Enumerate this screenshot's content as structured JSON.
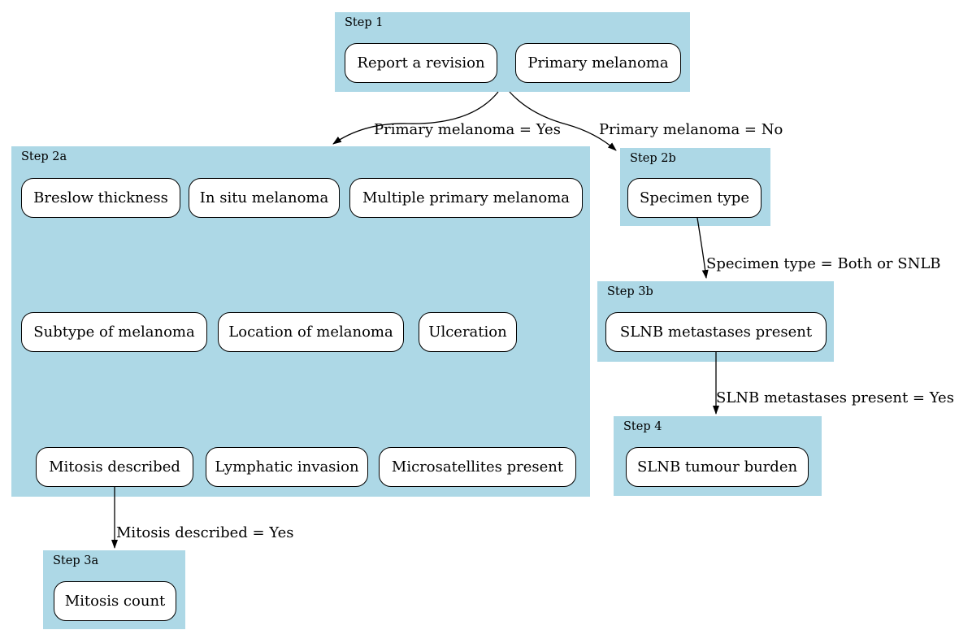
{
  "diagram": {
    "type": "flowchart",
    "colors": {
      "background": "#ffffff",
      "cluster_fill": "#add8e6",
      "node_fill": "#ffffff",
      "node_border": "#000000",
      "edge": "#000000",
      "text": "#000000"
    },
    "clusters": [
      {
        "label": "Step 1",
        "nodes": [
          "Report a revision",
          "Primary melanoma"
        ]
      },
      {
        "label": "Step 2a",
        "nodes": [
          "Breslow thickness",
          "In situ melanoma",
          "Multiple primary melanoma",
          "Subtype of melanoma",
          "Location of melanoma",
          "Ulceration",
          "Mitosis described",
          "Lymphatic invasion",
          "Microsatellites present"
        ]
      },
      {
        "label": "Step 2b",
        "nodes": [
          "Specimen type"
        ]
      },
      {
        "label": "Step 3b",
        "nodes": [
          "SLNB metastases present"
        ]
      },
      {
        "label": "Step 4",
        "nodes": [
          "SLNB tumour burden"
        ]
      },
      {
        "label": "Step 3a",
        "nodes": [
          "Mitosis count"
        ]
      }
    ],
    "edges": [
      {
        "from": "Step 1",
        "to": "Step 2a",
        "label": "Primary melanoma = Yes"
      },
      {
        "from": "Step 1",
        "to": "Step 2b",
        "label": "Primary melanoma = No"
      },
      {
        "from": "Specimen type",
        "to": "Step 3b",
        "label": "Specimen type = Both or SNLB"
      },
      {
        "from": "SLNB metastases present",
        "to": "Step 4",
        "label": "SLNB metastases present = Yes"
      },
      {
        "from": "Mitosis described",
        "to": "Step 3a",
        "label": "Mitosis described = Yes"
      }
    ]
  }
}
